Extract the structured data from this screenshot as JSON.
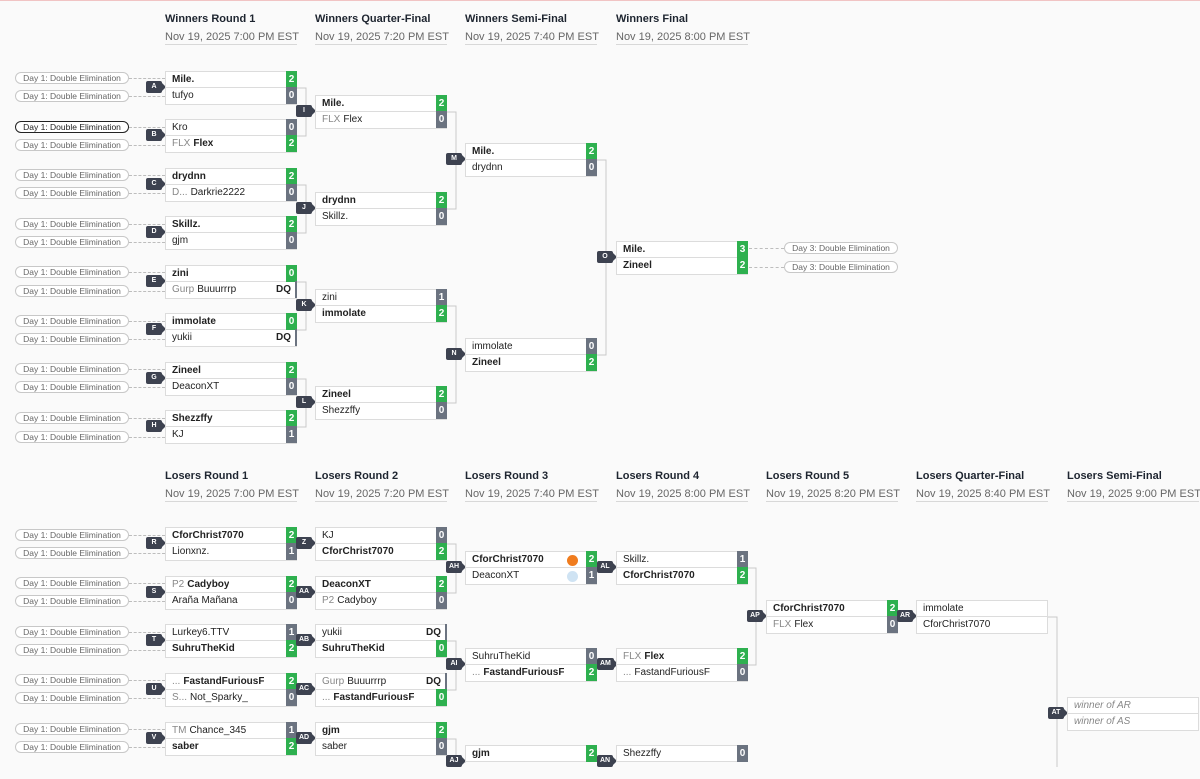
{
  "winners_rounds": [
    {
      "title": "Winners Round 1",
      "date": "Nov 19, 2025 7:00 PM EST"
    },
    {
      "title": "Winners Quarter-Final",
      "date": "Nov 19, 2025 7:20 PM EST"
    },
    {
      "title": "Winners Semi-Final",
      "date": "Nov 19, 2025 7:40 PM EST"
    },
    {
      "title": "Winners Final",
      "date": "Nov 19, 2025 8:00 PM EST"
    }
  ],
  "losers_rounds": [
    {
      "title": "Losers Round 1",
      "date": "Nov 19, 2025 7:00 PM EST"
    },
    {
      "title": "Losers Round 2",
      "date": "Nov 19, 2025 7:20 PM EST"
    },
    {
      "title": "Losers Round 3",
      "date": "Nov 19, 2025 7:40 PM EST"
    },
    {
      "title": "Losers Round 4",
      "date": "Nov 19, 2025 8:00 PM EST"
    },
    {
      "title": "Losers Round 5",
      "date": "Nov 19, 2025 8:20 PM EST"
    },
    {
      "title": "Losers Quarter-Final",
      "date": "Nov 19, 2025 8:40 PM EST"
    },
    {
      "title": "Losers Semi-Final",
      "date": "Nov 19, 2025 9:00 PM EST"
    }
  ],
  "pill_text": "Day 1: Double Elimination",
  "pill_text_day3": "Day 3: Double Elimination",
  "colors": {
    "win": "#2eb04f",
    "loss": "#6b7380",
    "label": "#3d4250",
    "avatar1": "#f07c1e",
    "avatar2": "#cfe3f3"
  },
  "matches": {
    "A": {
      "label": "A",
      "p1": {
        "name": "Mile.",
        "score": "2"
      },
      "p2": {
        "name": "tufyo",
        "score": "0"
      }
    },
    "B": {
      "label": "B",
      "p1": {
        "name": "Kro",
        "score": "0"
      },
      "p2": {
        "prefix": "FLX",
        "name": "Flex",
        "score": "2"
      }
    },
    "C": {
      "label": "C",
      "p1": {
        "name": "drydnn",
        "score": "2"
      },
      "p2": {
        "prefix": "D...",
        "name": "Darkrie2222",
        "score": "0"
      }
    },
    "D": {
      "label": "D",
      "p1": {
        "name": "Skillz.",
        "score": "2"
      },
      "p2": {
        "name": "gjm",
        "score": "0"
      }
    },
    "E": {
      "label": "E",
      "p1": {
        "name": "zini",
        "score": "0"
      },
      "p2": {
        "prefix": "Gurp",
        "name": "Buuurrrp",
        "score": "DQ"
      }
    },
    "F": {
      "label": "F",
      "p1": {
        "name": "immolate",
        "score": "0"
      },
      "p2": {
        "name": "yukii",
        "score": "DQ"
      }
    },
    "G": {
      "label": "G",
      "p1": {
        "name": "Zineel",
        "score": "2"
      },
      "p2": {
        "name": "DeaconXT",
        "score": "0"
      }
    },
    "H": {
      "label": "H",
      "p1": {
        "name": "Shezzffy",
        "score": "2"
      },
      "p2": {
        "name": "KJ",
        "score": "1"
      }
    },
    "I": {
      "label": "I",
      "p1": {
        "name": "Mile.",
        "score": "2"
      },
      "p2": {
        "prefix": "FLX",
        "name": "Flex",
        "score": "0"
      }
    },
    "J": {
      "label": "J",
      "p1": {
        "name": "drydnn",
        "score": "2"
      },
      "p2": {
        "name": "Skillz.",
        "score": "0"
      }
    },
    "K": {
      "label": "K",
      "p1": {
        "name": "zini",
        "score": "1"
      },
      "p2": {
        "name": "immolate",
        "score": "2"
      }
    },
    "L": {
      "label": "L",
      "p1": {
        "name": "Zineel",
        "score": "2"
      },
      "p2": {
        "name": "Shezzffy",
        "score": "0"
      }
    },
    "M": {
      "label": "M",
      "p1": {
        "name": "Mile.",
        "score": "2"
      },
      "p2": {
        "name": "drydnn",
        "score": "0"
      }
    },
    "N": {
      "label": "N",
      "p1": {
        "name": "immolate",
        "score": "0"
      },
      "p2": {
        "name": "Zineel",
        "score": "2"
      }
    },
    "O": {
      "label": "O",
      "p1": {
        "name": "Mile.",
        "score": "3"
      },
      "p2": {
        "name": "Zineel",
        "score": "2"
      }
    },
    "R": {
      "label": "R",
      "p1": {
        "name": "CforChrist7070",
        "score": "2"
      },
      "p2": {
        "name": "Lionxnz.",
        "score": "1"
      }
    },
    "S": {
      "label": "S",
      "p1": {
        "prefix": "P2",
        "name": "Cadyboy",
        "score": "2"
      },
      "p2": {
        "name": "Araña Mañana",
        "score": "0"
      }
    },
    "T": {
      "label": "T",
      "p1": {
        "name": "Lurkey6.TTV",
        "score": "1"
      },
      "p2": {
        "name": "SuhruTheKid",
        "score": "2"
      }
    },
    "U": {
      "label": "U",
      "p1": {
        "prefix": "...",
        "name": "FastandFuriousF",
        "score": "2"
      },
      "p2": {
        "prefix": "S...",
        "name": "Not_Sparky_",
        "score": "0"
      }
    },
    "V": {
      "label": "V",
      "p1": {
        "prefix": "TM",
        "name": "Chance_345",
        "score": "1"
      },
      "p2": {
        "name": "saber",
        "score": "2"
      }
    },
    "Z": {
      "label": "Z",
      "p1": {
        "name": "KJ",
        "score": "0"
      },
      "p2": {
        "name": "CforChrist7070",
        "score": "2"
      }
    },
    "AA": {
      "label": "AA",
      "p1": {
        "name": "DeaconXT",
        "score": "2"
      },
      "p2": {
        "prefix": "P2",
        "name": "Cadyboy",
        "score": "0"
      }
    },
    "AB": {
      "label": "AB",
      "p1": {
        "name": "yukii",
        "score": "DQ"
      },
      "p2": {
        "name": "SuhruTheKid",
        "score": "0"
      }
    },
    "AC": {
      "label": "AC",
      "p1": {
        "prefix": "Gurp",
        "name": "Buuurrrp",
        "score": "DQ"
      },
      "p2": {
        "prefix": "...",
        "name": "FastandFuriousF",
        "score": "0"
      }
    },
    "AD": {
      "label": "AD",
      "p1": {
        "name": "gjm",
        "score": "2"
      },
      "p2": {
        "name": "saber",
        "score": "0"
      }
    },
    "AH": {
      "label": "AH",
      "p1": {
        "name": "CforChrist7070",
        "score": "2"
      },
      "p2": {
        "name": "DeaconXT",
        "score": "1"
      }
    },
    "AI": {
      "label": "AI",
      "p1": {
        "name": "SuhruTheKid",
        "score": "0"
      },
      "p2": {
        "prefix": "...",
        "name": "FastandFuriousF",
        "score": "2"
      }
    },
    "AJ": {
      "label": "AJ",
      "p1": {
        "name": "gjm",
        "score": "2"
      }
    },
    "AL": {
      "label": "AL",
      "p1": {
        "name": "Skillz.",
        "score": "1"
      },
      "p2": {
        "name": "CforChrist7070",
        "score": "2"
      }
    },
    "AM": {
      "label": "AM",
      "p1": {
        "prefix": "FLX",
        "name": "Flex",
        "score": "2"
      },
      "p2": {
        "prefix": "...",
        "name": "FastandFuriousF",
        "score": "0"
      }
    },
    "AN": {
      "label": "AN",
      "p1": {
        "name": "Shezzffy",
        "score": "0"
      }
    },
    "AP": {
      "label": "AP",
      "p1": {
        "name": "CforChrist7070",
        "score": "2"
      },
      "p2": {
        "prefix": "FLX",
        "name": "Flex",
        "score": "0"
      }
    },
    "AR": {
      "label": "AR",
      "p1": {
        "name": "immolate"
      },
      "p2": {
        "name": "CforChrist7070"
      }
    },
    "AT": {
      "label": "AT",
      "p1": {
        "name": "winner of AR"
      },
      "p2": {
        "name": "winner of AS"
      }
    }
  }
}
